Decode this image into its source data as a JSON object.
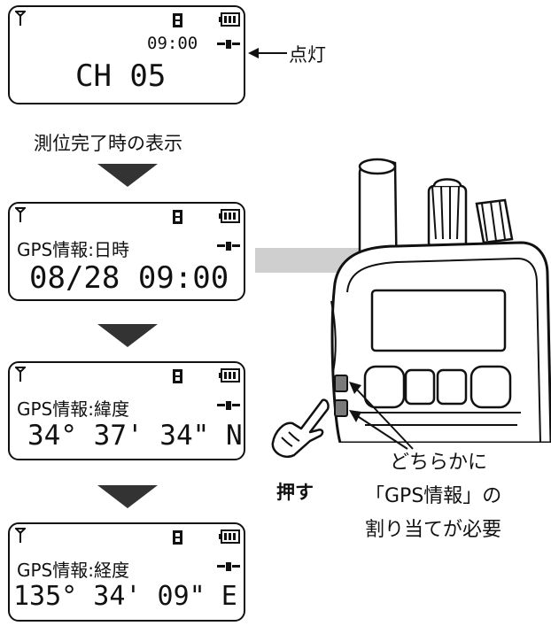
{
  "screen1": {
    "time": "09:00",
    "channel": "CH 05",
    "lit_label": "点灯"
  },
  "caption_fix_complete": "測位完了時の表示",
  "screen2": {
    "heading": "GPS情報:日時",
    "value": "08/28 09:00"
  },
  "screen3": {
    "heading": "GPS情報:緯度",
    "value": "34° 37' 34\" N"
  },
  "screen4": {
    "heading": "GPS情報:経度",
    "value": "135° 34' 09\" E"
  },
  "press_label": "押す",
  "note": {
    "line1": "どちらかに",
    "line2": "「GPS情報」の",
    "line3": "割り当てが必要"
  },
  "icons": [
    "antenna-icon",
    "memory-icon",
    "battery-icon",
    "gps-satellite-icon",
    "arrow-icon",
    "hand-press-icon"
  ],
  "colors": {
    "ink": "#111111",
    "callout": "#cfcfcf",
    "arrow": "#333333",
    "button": "#7a7a7a"
  }
}
